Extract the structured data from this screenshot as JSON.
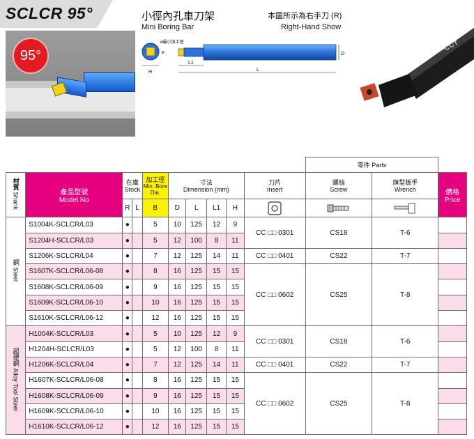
{
  "header": {
    "title": "SCLCR 95°",
    "badge": "95°",
    "title_cn": "小徑內孔車刀架",
    "title_en": "Mini Boring Bar",
    "note_cn": "本圖所示為右手刀 (R)",
    "note_en": "Right-Hand Show",
    "diagram_labels": {
      "min_bore": "ø最小加工徑",
      "f": "F",
      "h": "H",
      "l1": "L1",
      "l": "L",
      "d": "D"
    },
    "logo_text": "CCT"
  },
  "table": {
    "parts_header": "零件 Parts",
    "headers": {
      "shank_cn": "材質",
      "shank_en": "Shank",
      "model_cn": "產品型號",
      "model_en": "Model No",
      "stock_cn": "在庫",
      "stock_en": "Stock",
      "bore_cn": "加工徑",
      "bore_en1": "Min. Bore",
      "bore_en2": "Dia.",
      "dim_cn": "寸法",
      "dim_en": "Dimension (mm)",
      "insert_cn": "刀片",
      "insert_en": "Insert",
      "screw_cn": "螺絲",
      "screw_en": "Screw",
      "wrench_cn": "旗型板手",
      "wrench_en": "Wrench",
      "price_cn": "價格",
      "price_en": "Price",
      "r": "R",
      "l": "L",
      "b": "B",
      "d": "D",
      "ll": "L",
      "l1": "L1",
      "h": "H"
    },
    "groups": [
      {
        "shank_cn": "鋼",
        "shank_en": "Steel",
        "rows": [
          {
            "model": "S1004K-SCLCR/L03",
            "r": "●",
            "b": "5",
            "d": "10",
            "l": "125",
            "l1": "12",
            "h": "9"
          },
          {
            "model": "S1204H-SCLCR/L03",
            "r": "●",
            "b": "5",
            "d": "12",
            "l": "100",
            "l1": "8",
            "h": "11"
          },
          {
            "model": "S1206K-SCLCR/L04",
            "r": "●",
            "b": "7",
            "d": "12",
            "l": "125",
            "l1": "14",
            "h": "11"
          },
          {
            "model": "S1607K-SCLCR/L06-08",
            "r": "●",
            "b": "8",
            "d": "16",
            "l": "125",
            "l1": "15",
            "h": "15"
          },
          {
            "model": "S1608K-SCLCR/L06-09",
            "r": "●",
            "b": "9",
            "d": "16",
            "l": "125",
            "l1": "15",
            "h": "15"
          },
          {
            "model": "S1609K-SCLCR/L06-10",
            "r": "●",
            "b": "10",
            "d": "16",
            "l": "125",
            "l1": "15",
            "h": "15"
          },
          {
            "model": "S1610K-SCLCR/L06-12",
            "r": "●",
            "b": "12",
            "d": "16",
            "l": "125",
            "l1": "15",
            "h": "15"
          }
        ],
        "parts": [
          {
            "insert": "CC □□ 0301",
            "screw": "CS18",
            "wrench": "T-6"
          },
          {
            "insert": "CC □□ 0401",
            "screw": "CS22",
            "wrench": "T-7"
          },
          {
            "insert": "CC □□ 0602",
            "screw": "CS25",
            "wrench": "T-8"
          }
        ]
      },
      {
        "shank_cn": "超硬鋼",
        "shank_en": "Alloy Tool Steel",
        "rows": [
          {
            "model": "H1004K-SCLCR/L03",
            "r": "●",
            "b": "5",
            "d": "10",
            "l": "125",
            "l1": "12",
            "h": "9"
          },
          {
            "model": "H1204H-SCLCR/L03",
            "r": "●",
            "b": "5",
            "d": "12",
            "l": "100",
            "l1": "8",
            "h": "11"
          },
          {
            "model": "H1206K-SCLCR/L04",
            "r": "●",
            "b": "7",
            "d": "12",
            "l": "125",
            "l1": "14",
            "h": "11"
          },
          {
            "model": "H1607K-SCLCR/L06-08",
            "r": "●",
            "b": "8",
            "d": "16",
            "l": "125",
            "l1": "15",
            "h": "15"
          },
          {
            "model": "H1608K-SCLCR/L06-09",
            "r": "●",
            "b": "9",
            "d": "16",
            "l": "125",
            "l1": "15",
            "h": "15"
          },
          {
            "model": "H1609K-SCLCR/L06-10",
            "r": "●",
            "b": "10",
            "d": "16",
            "l": "125",
            "l1": "15",
            "h": "15"
          },
          {
            "model": "H1610K-SCLCR/L06-12",
            "r": "●",
            "b": "12",
            "d": "16",
            "l": "125",
            "l1": "15",
            "h": "15"
          }
        ],
        "parts": [
          {
            "insert": "CC □□ 0301",
            "screw": "CS18",
            "wrench": "T-6"
          },
          {
            "insert": "CC □□ 0401",
            "screw": "CS22",
            "wrench": "T-7"
          },
          {
            "insert": "CC □□ 0602",
            "screw": "CS25",
            "wrench": "T-8"
          }
        ]
      }
    ],
    "icons": {
      "insert": "insert-icon",
      "screw": "screw-icon",
      "wrench": "wrench-icon"
    },
    "colors": {
      "header_pink": "#e4007f",
      "bore_yellow": "#fff200",
      "row_pink": "#fbdcea",
      "bar_blue": "#1656c8",
      "badge_red": "#e41b22",
      "insert_yellow": "#f1d020"
    }
  }
}
